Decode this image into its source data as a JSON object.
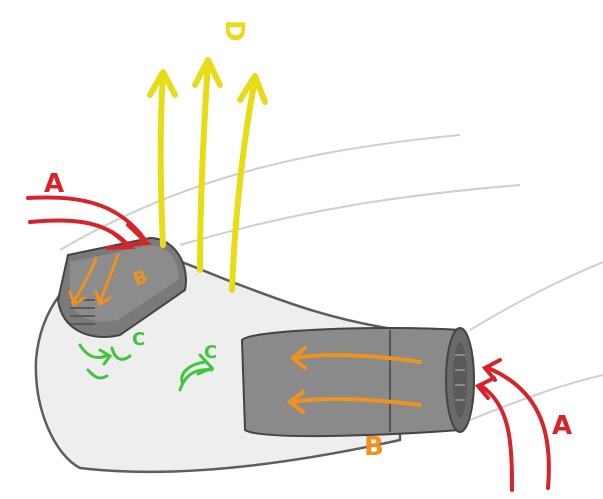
{
  "labels": {
    "a_top": "A",
    "a_bottom": "A",
    "b_top": "B",
    "b_bottom": "B",
    "c_left": "C",
    "c_center": "C",
    "d_top": "D"
  },
  "colors": {
    "red": "#d9232a",
    "yellow": "#e8dc16",
    "orange": "#f0921e",
    "green": "#3fc63a",
    "gray_dark": "#6e6e6e",
    "gray_light": "#d9d9d9",
    "outline": "#555555"
  }
}
